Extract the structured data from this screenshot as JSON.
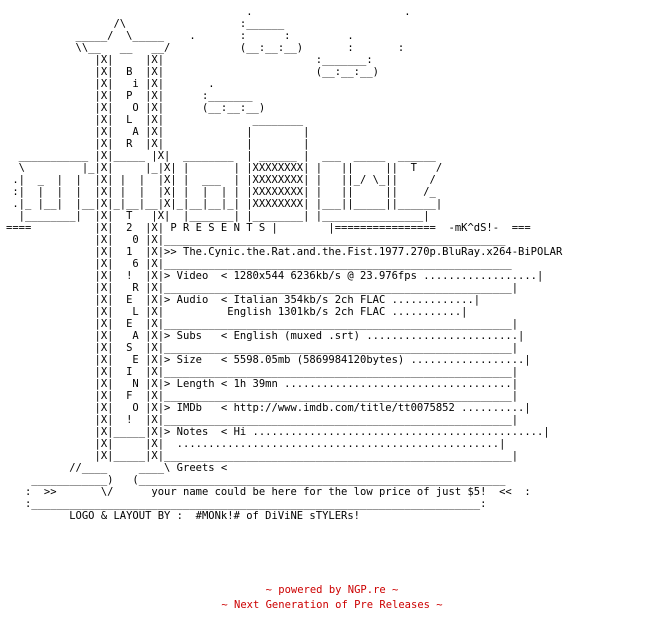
{
  "nfo": {
    "release_name": "The.Cynic.the.Rat.and.the.Fist.1977.270p.BluRay.x264-BiPOLAR",
    "presents_label": "PRESENTS",
    "signature": "-mK^dS!-",
    "group_vertical": "BiPOLAR",
    "release_vertical": "2016! RELEASE INFO!",
    "fields": {
      "video": {
        "label": "Video",
        "value": "1280x544 6236kb/s @ 23.976fps"
      },
      "audio": {
        "label": "Audio",
        "values": [
          "Italian 354kb/s 2ch FLAC",
          "English 1301kb/s 2ch FLAC"
        ]
      },
      "subs": {
        "label": "Subs",
        "value": "English (muxed .srt)"
      },
      "size": {
        "label": "Size",
        "value": "5598.05mb (5869984120bytes)"
      },
      "length": {
        "label": "Length",
        "value": "1h 39mn"
      },
      "imdb": {
        "label": "IMDb",
        "value": "http://www.imdb.com/title/tt0075852"
      },
      "notes": {
        "label": "Notes",
        "value": "Hi"
      },
      "greets": {
        "label": "Greets",
        "value": ""
      }
    },
    "advert": "your name could be here for the low price of just $5!",
    "credits": "LOGO & LAYOUT BY :  #MONk!# of DiViNE sTYLERs!"
  },
  "footer": {
    "line1": "~ powered by NGP.re ~",
    "line2": "~ Next Generation of Pre Releases ~",
    "text_color": "#cc0000"
  },
  "colors": {
    "background": "#ffffff",
    "text": "#000000"
  }
}
